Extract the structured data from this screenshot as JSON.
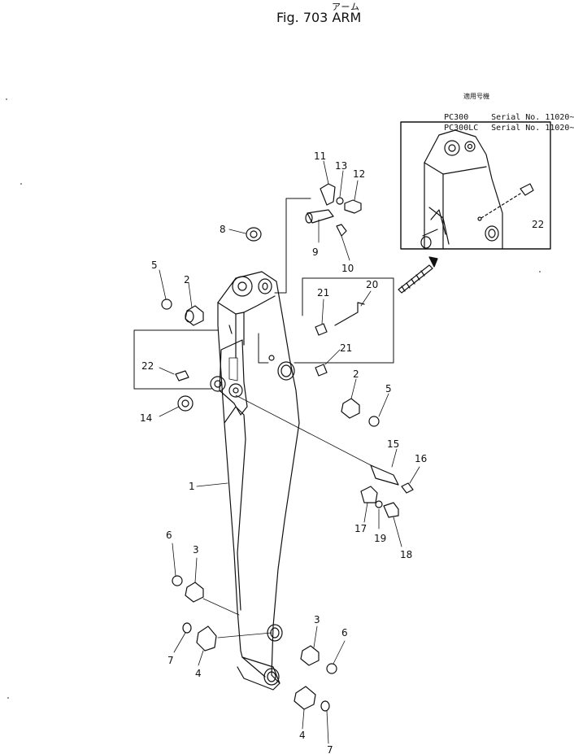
{
  "header": {
    "title_japanese": "アーム",
    "title": "Fig. 703  ARM"
  },
  "applicability": {
    "header_japanese": "適用号機",
    "rows": [
      {
        "model": "PC300",
        "serial": "Serial No. 11020~"
      },
      {
        "model": "PC300LC",
        "serial": "Serial No. 11020~"
      }
    ]
  },
  "callouts": {
    "c1": "1",
    "c2a": "2",
    "c2b": "2",
    "c3a": "3",
    "c3b": "3",
    "c4a": "4",
    "c4b": "4",
    "c5a": "5",
    "c5b": "5",
    "c6a": "6",
    "c6b": "6",
    "c7a": "7",
    "c7b": "7",
    "c8": "8",
    "c9": "9",
    "c10": "10",
    "c11": "11",
    "c12": "12",
    "c13": "13",
    "c14": "14",
    "c15": "15",
    "c16": "16",
    "c17": "17",
    "c18": "18",
    "c19": "19",
    "c20": "20",
    "c21a": "21",
    "c21b": "21",
    "c22a": "22",
    "c22b": "22"
  }
}
